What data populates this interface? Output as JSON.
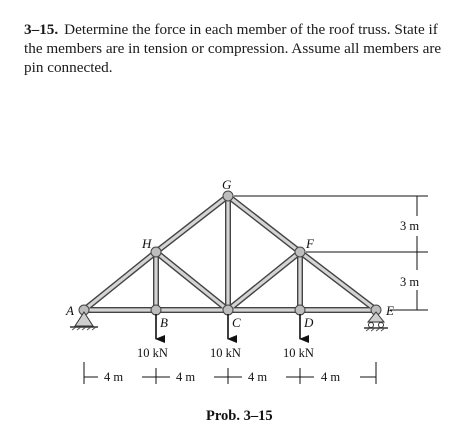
{
  "problem": {
    "number": "3–15.",
    "text": "Determine the force in each member of the roof truss. State if the members are in tension or compression. Assume all members are pin connected."
  },
  "figure": {
    "nodes": {
      "A": "A",
      "B": "B",
      "C": "C",
      "D": "D",
      "E": "E",
      "F": "F",
      "G": "G",
      "H": "H"
    },
    "loads": [
      "10 kN",
      "10 kN",
      "10 kN"
    ],
    "spans": [
      "4 m",
      "4 m",
      "4 m",
      "4 m"
    ],
    "heights": [
      "3 m",
      "3 m"
    ],
    "caption": "Prob. 3–15"
  },
  "colors": {
    "member_fill": "#d4d4d4",
    "member_edge": "#444444",
    "ink": "#111111"
  }
}
